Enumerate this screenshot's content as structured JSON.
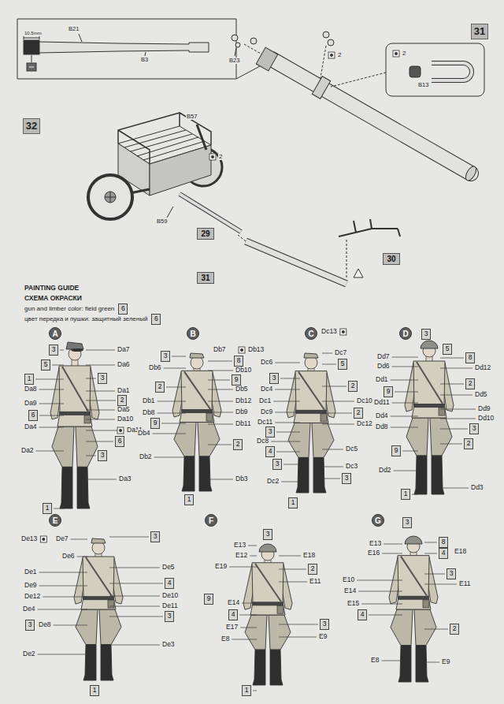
{
  "diagram": {
    "nodes": [
      {
        "text": [
          "31"
        ]
      },
      {
        "text": [
          "32"
        ]
      },
      {
        "text": [
          "29"
        ]
      },
      {
        "text": [
          "31"
        ]
      },
      {
        "text": [
          "30"
        ]
      },
      {
        "text": [
          "6"
        ]
      },
      {
        "text": [
          "6"
        ]
      },
      {
        "text": [
          "A"
        ]
      },
      {
        "text": [
          "3"
        ]
      },
      {
        "text": [
          "5"
        ]
      },
      {
        "text": [
          "1"
        ]
      },
      {
        "text": [
          "3"
        ]
      },
      {
        "text": [
          "2"
        ]
      },
      {
        "text": [
          "6"
        ]
      },
      {
        "text": [
          "6"
        ]
      },
      {
        "text": [
          "3"
        ]
      },
      {
        "text": [
          "1"
        ]
      },
      {
        "text": [
          "B"
        ]
      },
      {
        "text": [
          "3"
        ]
      },
      {
        "text": [
          "8"
        ]
      },
      {
        "text": [
          "9"
        ]
      },
      {
        "text": [
          "2"
        ]
      },
      {
        "text": [
          "9"
        ]
      },
      {
        "text": [
          "2"
        ]
      },
      {
        "text": [
          "1"
        ]
      },
      {
        "text": [
          "C"
        ]
      },
      {
        "text": [
          "5"
        ]
      },
      {
        "text": [
          "3"
        ]
      },
      {
        "text": [
          "2"
        ]
      },
      {
        "text": [
          "2"
        ]
      },
      {
        "text": [
          "3"
        ]
      },
      {
        "text": [
          "4"
        ]
      },
      {
        "text": [
          "3"
        ]
      },
      {
        "text": [
          "3"
        ]
      },
      {
        "text": [
          "1"
        ]
      },
      {
        "text": [
          "D"
        ]
      },
      {
        "text": [
          "3"
        ]
      },
      {
        "text": [
          "5"
        ]
      },
      {
        "text": [
          "8"
        ]
      },
      {
        "text": [
          "2"
        ]
      },
      {
        "text": [
          "9"
        ]
      },
      {
        "text": [
          "3"
        ]
      },
      {
        "text": [
          "2"
        ]
      },
      {
        "text": [
          "9"
        ]
      },
      {
        "text": [
          "1"
        ]
      },
      {
        "text": [
          "E"
        ]
      },
      {
        "text": [
          "3"
        ]
      },
      {
        "text": [
          "4"
        ]
      },
      {
        "text": [
          "3"
        ]
      },
      {
        "text": [
          "3"
        ]
      },
      {
        "text": [
          "1"
        ]
      },
      {
        "text": [
          "F"
        ]
      },
      {
        "text": [
          "3"
        ]
      },
      {
        "text": [
          "2"
        ]
      },
      {
        "text": [
          "9"
        ]
      },
      {
        "text": [
          "4"
        ]
      },
      {
        "text": [
          "3"
        ]
      },
      {
        "text": [
          "1"
        ]
      },
      {
        "text": [
          "G"
        ]
      },
      {
        "text": [
          "3"
        ]
      },
      {
        "text": [
          "8"
        ]
      },
      {
        "text": [
          "4"
        ]
      },
      {
        "text": [
          "3"
        ]
      },
      {
        "text": [
          "4"
        ]
      },
      {
        "text": [
          "2"
        ]
      }
    ],
    "labels": [
      "10.5mm",
      "B21",
      "B3",
      "B23",
      "2",
      "2",
      "B13",
      "B57",
      "2",
      "B59",
      "PAINTING GUIDE",
      "СХЕМА ОКРАСКИ",
      "gun and limber color: field green",
      "цвет передка и пушки: защитный зеленый",
      "Da7",
      "Da6",
      "Da8",
      "Da1",
      "Da9",
      "Da5",
      "Da4",
      "Da10",
      "Da11",
      "Da2",
      "Da3",
      "Db7",
      "Db13",
      "Db6",
      "Db10",
      "Db5",
      "Db1",
      "Db12",
      "Db9",
      "Db8",
      "Db11",
      "Db4",
      "Db2",
      "Db3",
      "Dc13",
      "Dc7",
      "Dc6",
      "Dc4",
      "Dc1",
      "Dc10",
      "Dc9",
      "Dc11",
      "Dc12",
      "Dc8",
      "Dc5",
      "Dc3",
      "Dc2",
      "Dd7",
      "Dd6",
      "Dd12",
      "Dd1",
      "Dd5",
      "Dd11",
      "Dd9",
      "Dd4",
      "Dd10",
      "Dd8",
      "Dd2",
      "Dd3",
      "De13",
      "De7",
      "De6",
      "De5",
      "De1",
      "De9",
      "De12",
      "De10",
      "De4",
      "De11",
      "De8",
      "De2",
      "De3",
      "E13",
      "E12",
      "E18",
      "E19",
      "E11",
      "E14",
      "E17",
      "E8",
      "E9",
      "E13",
      "E18",
      "E16",
      "E10",
      "E11",
      "E14",
      "E15",
      "E8",
      "E9"
    ]
  }
}
